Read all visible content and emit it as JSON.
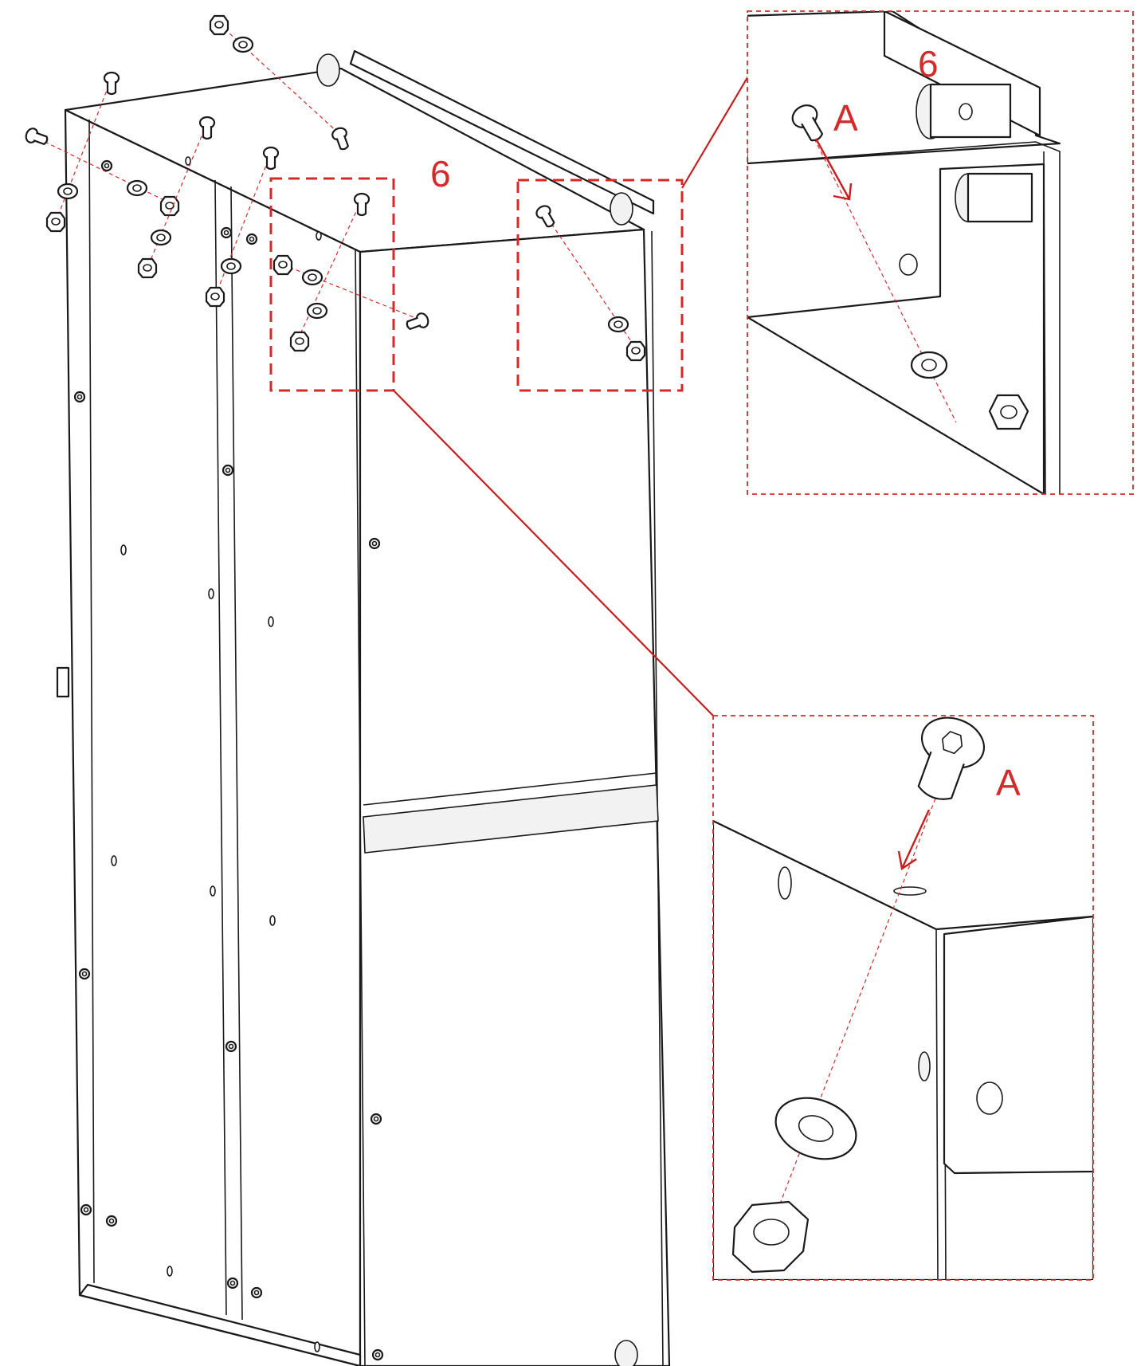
{
  "labels": {
    "main_step": "6",
    "detail_top_step": "6",
    "detail_top_part": "A",
    "detail_bottom_part": "A"
  },
  "colors": {
    "callout_red": "#d42a2a",
    "line_black": "#1a1a1a"
  },
  "icons": {
    "screw": "button-head-hex-socket-screw-icon",
    "washer": "flat-washer-icon",
    "nut": "hex-nut-icon"
  }
}
